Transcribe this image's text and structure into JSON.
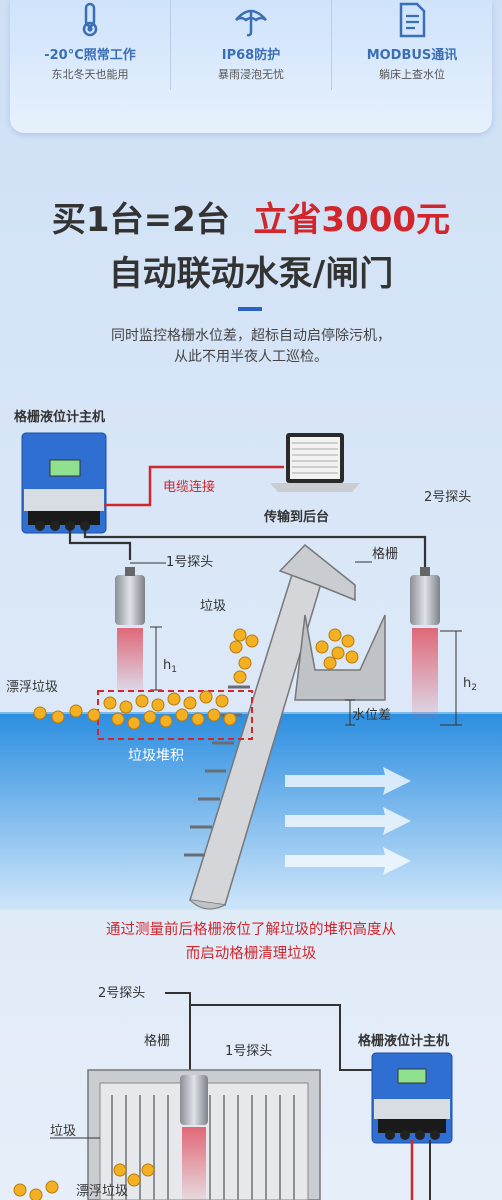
{
  "features": [
    {
      "icon": "thermometer-icon",
      "title": "-20°C照常工作",
      "sub": "东北冬天也能用"
    },
    {
      "icon": "umbrella-icon",
      "title": "IP68防护",
      "sub": "暴雨浸泡无忧"
    },
    {
      "icon": "document-icon",
      "title": "MODBUS通讯",
      "sub": "躺床上查水位"
    }
  ],
  "headline": {
    "part1": "买1台=2台",
    "part2": "立省3000元",
    "line2": "自动联动水泵/闸门"
  },
  "description": [
    "同时监控格栅水位差，超标自动启停除污机，",
    "从此不用半夜人工巡检。"
  ],
  "diagram1": {
    "host_label": "格栅液位计主机",
    "cable_label": "电缆连接",
    "transfer_label": "传输到后台",
    "probe2_label": "2号探头",
    "probe1_label": "1号探头",
    "grid_label": "格栅",
    "garbage_label": "垃圾",
    "h1_label": "h",
    "h1_sub": "1",
    "h2_label": "h",
    "h2_sub": "2",
    "floating_label": "漂浮垃圾",
    "water_diff_label": "水位差",
    "accumulation_label": "垃圾堆积"
  },
  "caption": [
    "通过测量前后格栅液位了解垃圾的堆积高度从",
    "而启动格栅清理垃圾"
  ],
  "diagram2": {
    "probe2_label": "2号探头",
    "grid_label": "格栅",
    "probe1_label": "1号探头",
    "host_label": "格栅液位计主机",
    "garbage_label": "垃圾",
    "floating_label": "漂浮垃圾"
  },
  "colors": {
    "accent_blue": "#3a6fb6",
    "red": "#d0262c",
    "water": "#1e7fd0",
    "probe_beam": "#e05a6a"
  }
}
